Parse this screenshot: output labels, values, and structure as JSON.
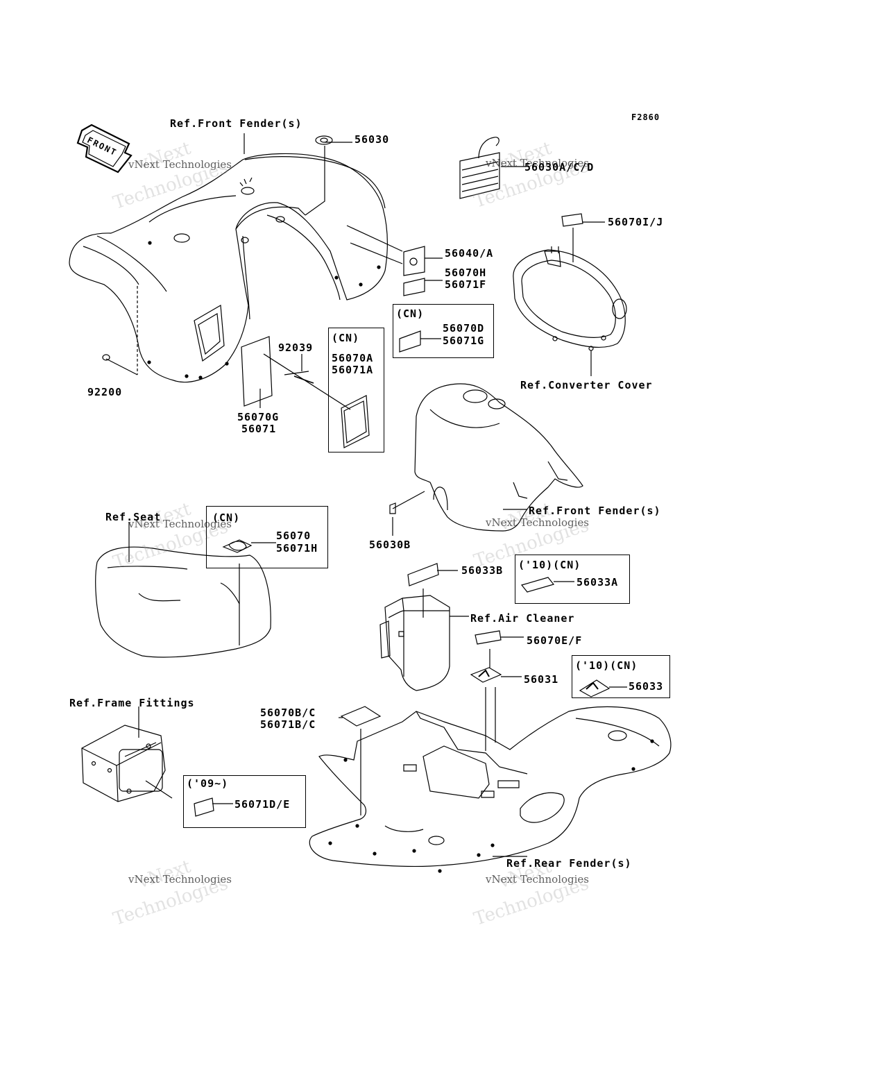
{
  "figure_code": "F2860",
  "front_arrow": "FRONT",
  "watermark": {
    "line1": "vNext",
    "line2": "vNext Technologies",
    "line3": "Technologies"
  },
  "refs": {
    "front_fender_top": "Ref.Front Fender(s)",
    "front_fender_mid": "Ref.Front Fender(s)",
    "converter_cover": "Ref.Converter Cover",
    "seat": "Ref.Seat",
    "air_cleaner": "Ref.Air Cleaner",
    "frame_fittings": "Ref.Frame Fittings",
    "rear_fender": "Ref.Rear Fender(s)"
  },
  "parts": {
    "p56030": "56030",
    "p56030acd": "56030A/C/D",
    "p56040a": "56040/A",
    "p56070h": "56070H",
    "p56071f": "56071F",
    "p56070ij": "56070I/J",
    "p92039": "92039",
    "p92200": "92200",
    "p56070g": "56070G",
    "p56071": "56071",
    "p56030b": "56030B",
    "p56033b": "56033B",
    "p56070ef": "56070E/F",
    "p56031": "56031",
    "p56070bc": "56070B/C",
    "p56071bc": "56071B/C"
  },
  "boxes": {
    "cn_a": {
      "tag": "(CN)",
      "line1": "56070A",
      "line2": "56071A"
    },
    "cn_d": {
      "tag": "(CN)",
      "line1": "56070D",
      "line2": "56071G"
    },
    "cn_seat": {
      "tag": "(CN)",
      "line1": "56070",
      "line2": "56071H"
    },
    "cn_33a": {
      "tag": "('10)(CN)",
      "line1": "56033A"
    },
    "cn_33": {
      "tag": "('10)(CN)",
      "line1": "56033"
    },
    "y09": {
      "tag": "('09~)",
      "line1": "56071D/E"
    }
  }
}
